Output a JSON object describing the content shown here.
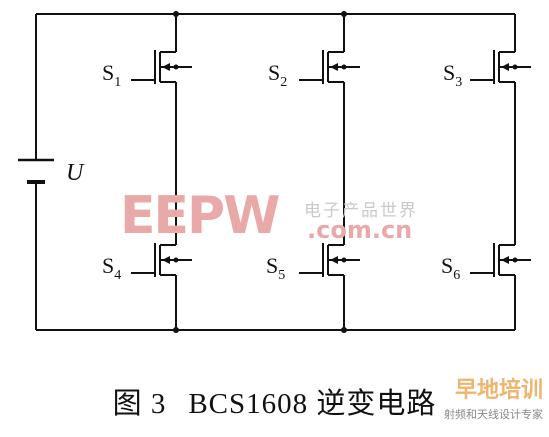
{
  "source_label": "U",
  "switches": [
    {
      "letter": "S",
      "sub": "1"
    },
    {
      "letter": "S",
      "sub": "2"
    },
    {
      "letter": "S",
      "sub": "3"
    },
    {
      "letter": "S",
      "sub": "4"
    },
    {
      "letter": "S",
      "sub": "5"
    },
    {
      "letter": "S",
      "sub": "6"
    }
  ],
  "caption": {
    "figure": "图 3",
    "title": "BCS1608 逆变电路"
  },
  "watermark": {
    "logo": "EEPW",
    "chinese": "电子产品世界",
    "url": ".com.cn",
    "corner_main": "早地培训",
    "corner_sub": "射频和天线设计专家"
  }
}
